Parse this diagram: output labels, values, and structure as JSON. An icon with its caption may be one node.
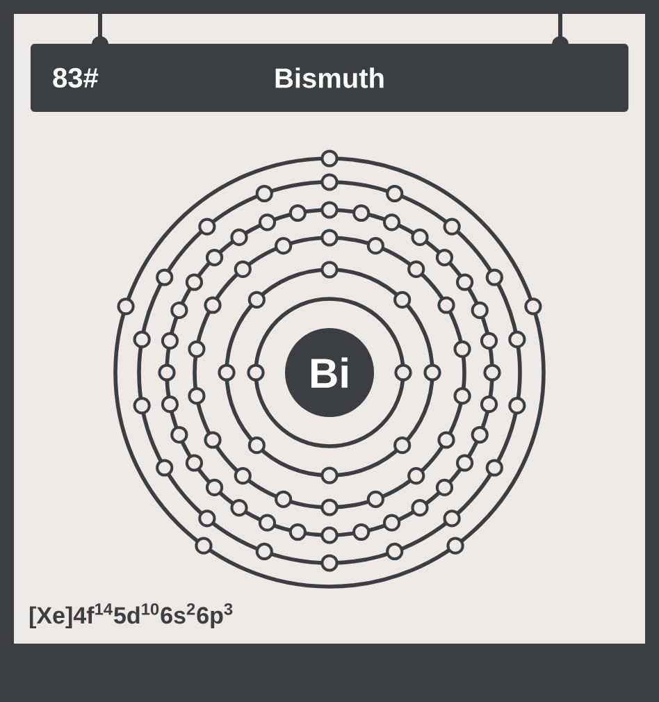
{
  "diagram": {
    "nodes": [
      {
        "text": [
          "83#",
          "Bismuth"
        ]
      },
      {
        "text": [
          "Bi"
        ]
      }
    ],
    "labels": [
      "[Xe]4f$^{14}$5d$^{10}$6s$^{2}$6p$^{3}$"
    ]
  }
}
